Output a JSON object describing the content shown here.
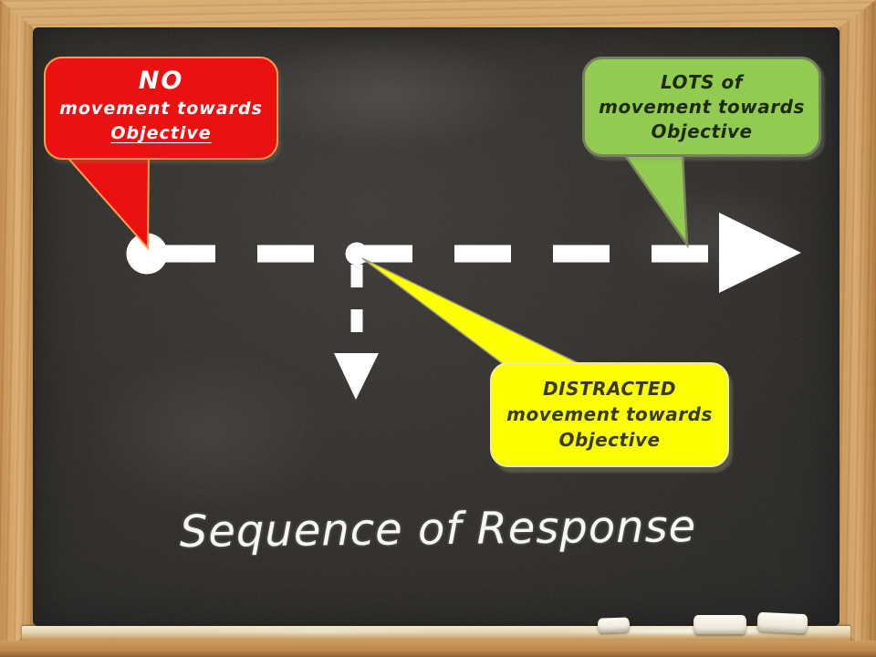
{
  "slide": {
    "title": "Sequence of Response"
  },
  "callouts": {
    "no": {
      "heading": "NO",
      "line2": "movement towards",
      "line3": "Objective",
      "line3_underlined": true,
      "bg_color": "#EB1111",
      "border_color": "#FF9C4E",
      "text_color": "#FFFFFF"
    },
    "lots": {
      "heading": "LOTS of",
      "line2": "movement towards",
      "line3": "Objective",
      "line3_underlined": false,
      "bg_color": "#92CB51",
      "border_color": "#75845C",
      "text_color": "#1F2B08"
    },
    "distracted": {
      "heading": "DISTRACTED",
      "line2": "movement towards",
      "line3": "Objective",
      "line3_underlined": false,
      "bg_color": "#FBFF00",
      "border_color": "#EDEDA8",
      "text_color": "#3A3A22"
    }
  },
  "diagram": {
    "path_color": "#FFFFFF",
    "start_marker": "circle",
    "branch_marker": "small-circle",
    "main_arrow_direction": "right",
    "branch_arrow_direction": "down"
  },
  "board": {
    "surface_color": "#1C1916",
    "frame_color": "#CB9758",
    "chalk_color": "#F4F0E6",
    "chalk_piece_count": 3
  }
}
